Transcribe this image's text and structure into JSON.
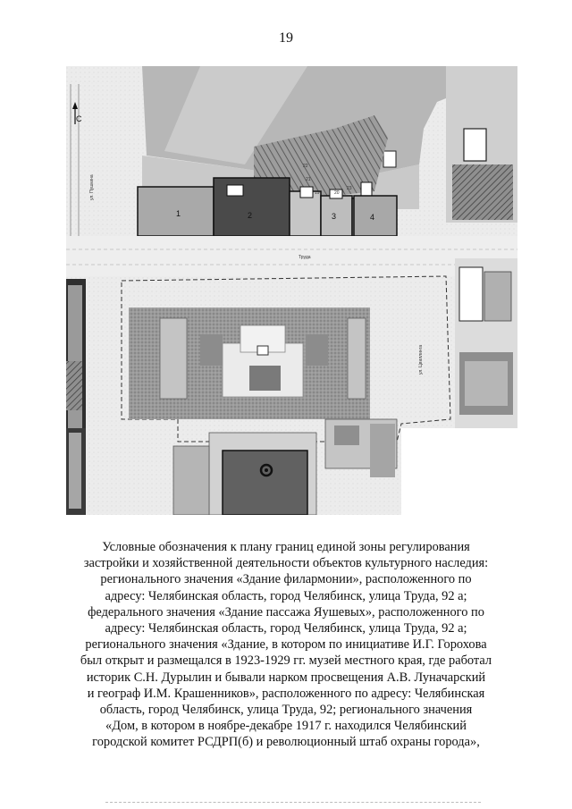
{
  "page": {
    "number": "19"
  },
  "map": {
    "building_labels": [
      "1",
      "2",
      "3",
      "4"
    ],
    "marker_labels": [
      "22",
      "21",
      "19",
      "20",
      "23"
    ],
    "north_arrow_letter": "С",
    "street_labels": [
      "ул. Пушкина",
      "Труда",
      "ул. Цвиллинга"
    ],
    "colors": {
      "dark_building": "#4a4a4a",
      "mid_building": "#8a8a8a",
      "light_zone": "#b9b9b9",
      "street": "#ebebeb"
    }
  },
  "caption": {
    "lines": [
      "Условные обозначения к плану границ единой  зоны регулирования",
      "застройки и хозяйственной деятельности объектов культурного наследия:",
      "регионального значения «Здание филармонии», расположенного по",
      "адресу: Челябинская область, город Челябинск,  улица Труда,  92 а;",
      "федерального значения «Здание пассажа Яушевых», расположенного по",
      "адресу: Челябинская область, город Челябинск, улица Труда,  92 а;",
      "регионального значения «Здание, в котором по инициативе И.Г. Горохова",
      "был открыт и размещался в 1923-1929 гг. музей местного края, где работал",
      "историк  С.Н. Дурылин и бывали нарком просвещения  А.В. Луначарский",
      "и географ  И.М. Крашенников», расположенного по адресу: Челябинская",
      "область, город Челябинск, улица Труда,  92; регионального значения",
      "«Дом, в котором в ноябре-декабре 1917 г. находился Челябинский",
      "городской комитет РСДРП(б) и революционный штаб охраны города»,"
    ]
  }
}
